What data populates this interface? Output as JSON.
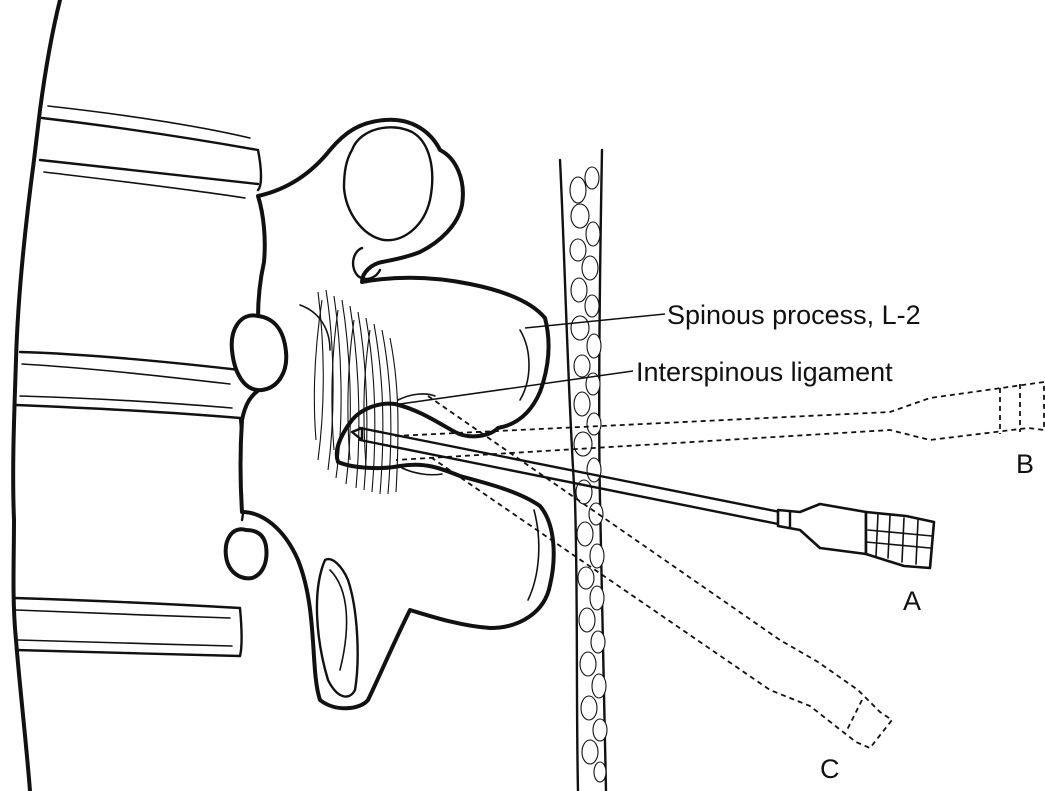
{
  "labels": {
    "spinous_process": "Spinous process, L-2",
    "interspinous_ligament": "Interspinous ligament",
    "needle_a": "A",
    "needle_b": "B",
    "needle_c": "C"
  },
  "colors": {
    "ink": "#111111",
    "background": "#ffffff"
  }
}
